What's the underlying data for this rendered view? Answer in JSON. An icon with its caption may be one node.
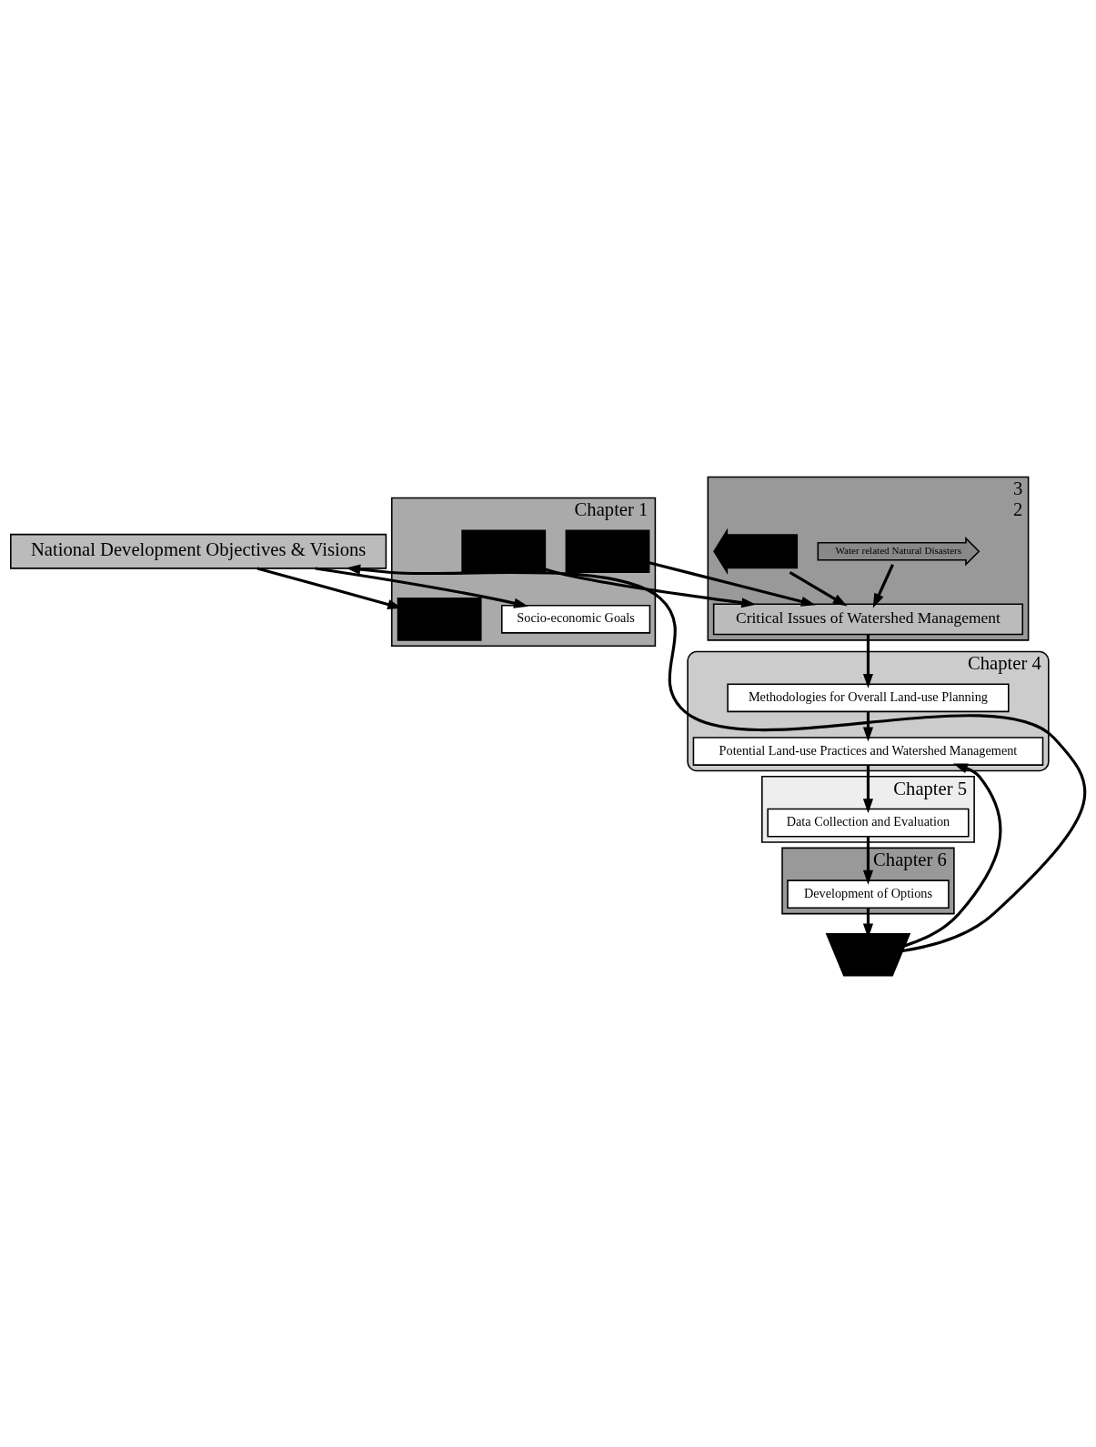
{
  "diagram": {
    "nodes": [
      {
        "text": [
          "National Development Objectives & Visions"
        ]
      },
      {
        "text": [
          "Chapter 1"
        ]
      },
      {
        "text": [
          "Socio-economic Goals"
        ],
        "in": 1
      },
      {
        "text": [],
        "shape": "box",
        "in": 1
      },
      {
        "text": [],
        "shape": "box",
        "in": 1
      },
      {
        "text": [],
        "shape": "box",
        "in": 1
      },
      {
        "text": [
          "3",
          "2"
        ]
      },
      {
        "text": [
          "Water related Natural Disasters"
        ],
        "in": 6
      },
      {
        "text": [
          "Critical Issues of Watershed Management"
        ],
        "in": 6
      },
      {
        "text": [],
        "shape": "arrow",
        "in": 6
      },
      {
        "text": [
          "Chapter 4"
        ]
      },
      {
        "text": [
          "Methodologies for Overall Land-use Planning"
        ],
        "in": 10
      },
      {
        "text": [
          "Potential Land-use Practices and Watershed Management"
        ],
        "in": 10
      },
      {
        "text": [
          "Chapter 5"
        ]
      },
      {
        "text": [
          "Data Collection and Evaluation"
        ],
        "in": 13
      },
      {
        "text": [
          "Chapter 6"
        ]
      },
      {
        "text": [
          "Development of Options"
        ],
        "in": 15
      },
      {
        "text": [],
        "shape": "trapezoid"
      }
    ],
    "edges": [
      {
        "from": 0,
        "to": 2,
        "arrow": "to"
      },
      {
        "from": 0,
        "to": 3,
        "arrow": "to"
      },
      {
        "from": 4,
        "to": 8,
        "arrow": "to"
      },
      {
        "from": 5,
        "to": 8,
        "arrow": "to"
      },
      {
        "from": 7,
        "to": 8,
        "arrow": "to"
      },
      {
        "from": 9,
        "to": 8,
        "arrow": "to"
      },
      {
        "from": 8,
        "to": 11,
        "arrow": "to"
      },
      {
        "from": 11,
        "to": 12,
        "arrow": "to"
      },
      {
        "from": 12,
        "to": 14,
        "arrow": "to"
      },
      {
        "from": 14,
        "to": 16,
        "arrow": "to"
      },
      {
        "from": 16,
        "to": 17,
        "arrow": "to"
      },
      {
        "from": 17,
        "to": 0,
        "arrow": "to"
      },
      {
        "from": 17,
        "to": 12,
        "arrow": "to"
      }
    ]
  }
}
